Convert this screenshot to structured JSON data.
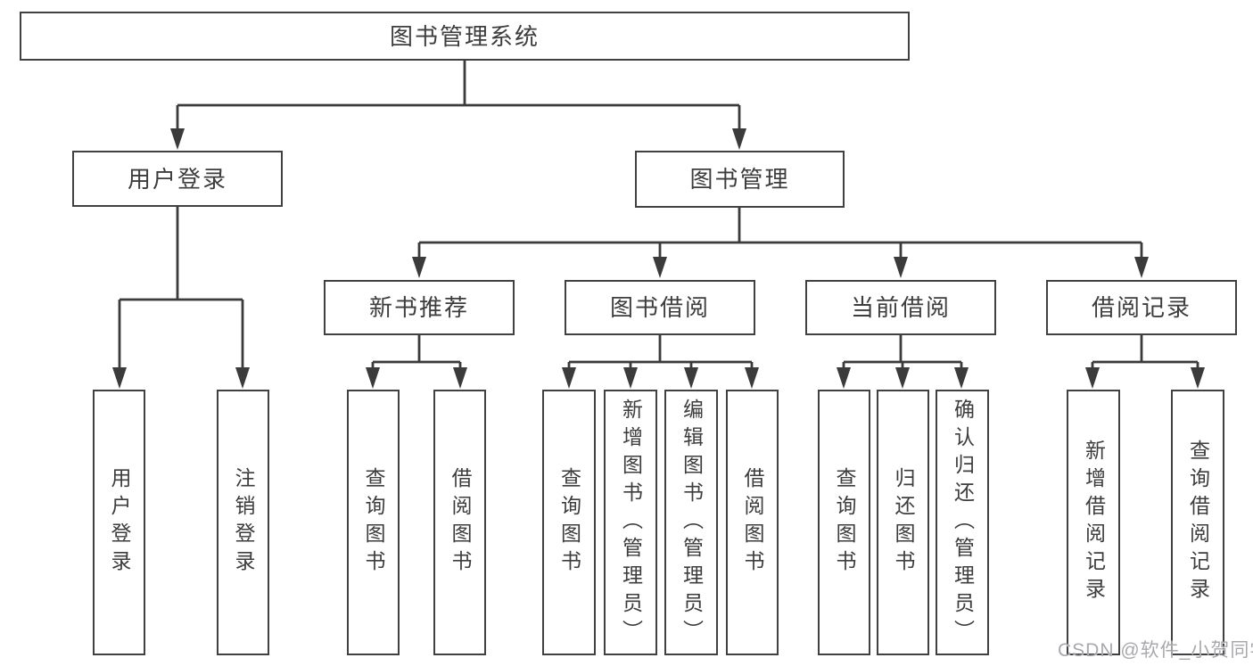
{
  "diagram": {
    "root": "图书管理系统",
    "branches": {
      "user_login": "用户登录",
      "book_mgmt": "图书管理"
    },
    "modules": {
      "recommend": "新书推荐",
      "borrow": "图书借阅",
      "current": "当前借阅",
      "records": "借阅记录"
    },
    "leaves": {
      "user": [
        "用户登录",
        "注销登录"
      ],
      "recommend": [
        "查询图书",
        "借阅图书"
      ],
      "borrow": [
        "查询图书",
        "新增图书（管理员）",
        "编辑图书（管理员）",
        "借阅图书"
      ],
      "current": [
        "查询图书",
        "归还图书",
        "确认归还（管理员）"
      ],
      "records": [
        "新增借阅记录",
        "查询借阅记录"
      ]
    }
  },
  "watermark": "CSDN @软件_小贺同学",
  "colors": {
    "line": "#3b3b3b",
    "border": "#414141",
    "text": "#3d3d3d",
    "watermark": "#9e9ea4",
    "background": "#ffffff"
  }
}
